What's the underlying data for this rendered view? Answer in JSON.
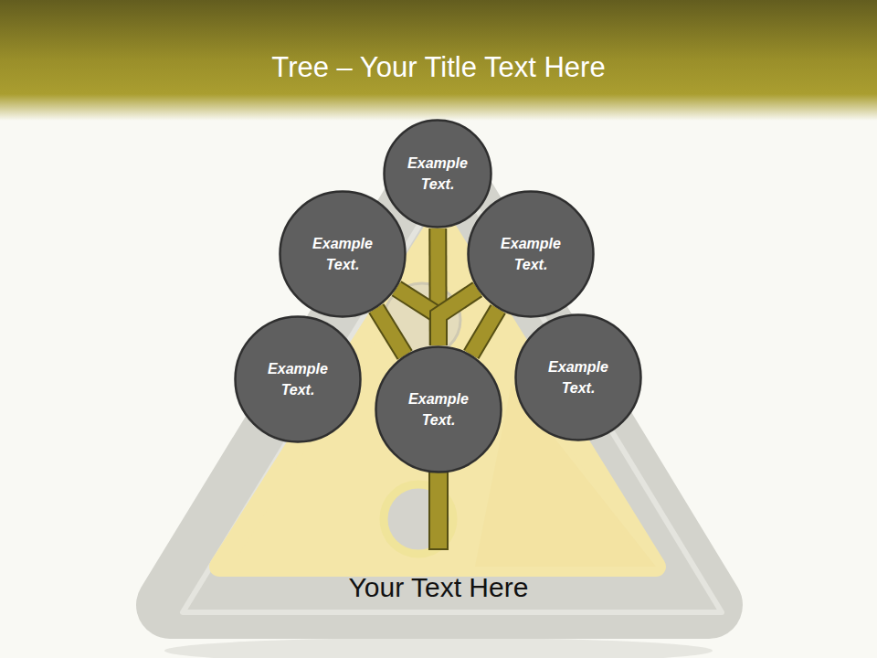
{
  "diagram": {
    "title": "Tree – Your Title Text Here",
    "caption": "Your Text Here",
    "nodes": [
      {
        "text": [
          "Example Text."
        ]
      },
      {
        "text": [
          "Example Text."
        ]
      },
      {
        "text": [
          "Example Text."
        ]
      },
      {
        "text": [
          "Example Text."
        ]
      },
      {
        "text": [
          "Example Text."
        ]
      },
      {
        "text": [
          "Example Text."
        ]
      }
    ],
    "edges": [
      {
        "from": 4,
        "to": 0,
        "arrow": "none"
      },
      {
        "from": 4,
        "to": 1,
        "arrow": "none"
      },
      {
        "from": 4,
        "to": 2,
        "arrow": "none"
      },
      {
        "from": 4,
        "to": 1,
        "arrow": "none"
      },
      {
        "from": 4,
        "to": 2,
        "arrow": "none"
      }
    ]
  }
}
